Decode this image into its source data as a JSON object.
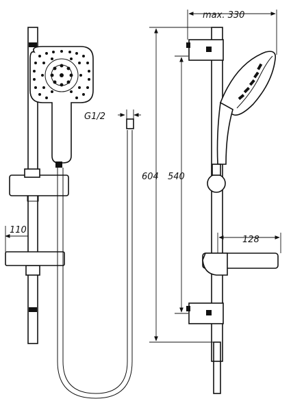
{
  "drawing": {
    "dimensions": {
      "max_width": "max. 330",
      "connection": "G1/2",
      "bar_length": "604",
      "slide_range": "540",
      "bracket_depth": "110",
      "shelf_depth": "128"
    }
  }
}
